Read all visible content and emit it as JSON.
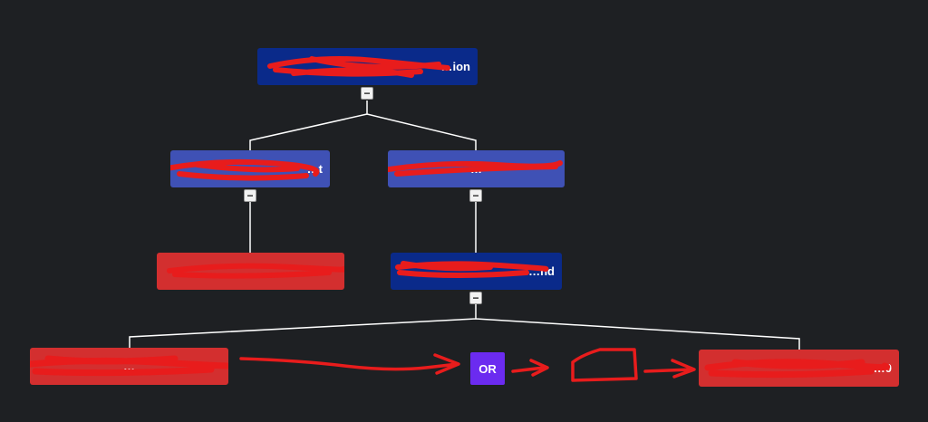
{
  "colors": {
    "background": "#1e2023",
    "dark_blue": "#0a2a8a",
    "medium_blue": "#3f51b5",
    "red": "#d32f2f",
    "purple": "#6b2bf0",
    "scribble": "#e81c1c",
    "connector": "#ffffff"
  },
  "tree": {
    "root": {
      "label": "…ion"
    },
    "left_child": {
      "label": "…t"
    },
    "right_child": {
      "label": "…"
    },
    "left_leaf": {
      "label": "…"
    },
    "right_mid": {
      "label": "…nd"
    },
    "bottom_left": {
      "label": "…"
    },
    "bottom_right": {
      "label": "…0"
    }
  },
  "toggle_symbol": "−",
  "annotation": {
    "or_label": "OR"
  }
}
